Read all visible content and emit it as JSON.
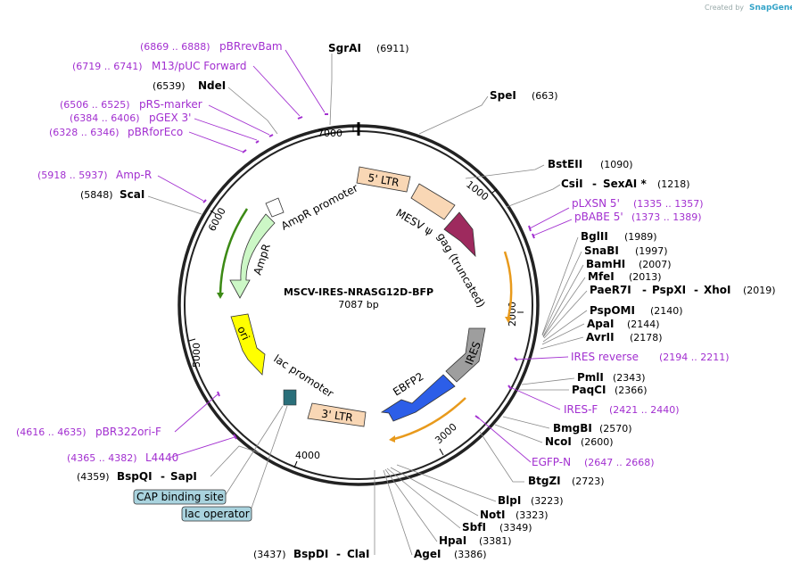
{
  "credit": {
    "text": "Created by",
    "brand": "SnapGene"
  },
  "plasmid": {
    "name": "MSCV-IRES-NRASG12D-BFP",
    "size": "7087 bp"
  },
  "ticks": [
    "7000",
    "1000",
    "2000",
    "3000",
    "4000",
    "5000",
    "6000"
  ],
  "features": {
    "ltr5": "5' LTR",
    "mesv": "MESV ψ",
    "gag": "gag (truncated)",
    "ires": "IRES",
    "ebfp2": "EBFP2",
    "ltr3": "3' LTR",
    "lac_promoter": "lac promoter",
    "ori": "ori",
    "ampr": "AmpR",
    "ampr_promoter": "AmpR promoter"
  },
  "sites": {
    "sgrai": {
      "name": "SgrAI",
      "pos": "(6911)"
    },
    "ndei": {
      "name": "NdeI",
      "pos": "(6539)"
    },
    "scai": {
      "name": "ScaI",
      "pos": "(5848)"
    },
    "spei": {
      "name": "SpeI",
      "pos": "(663)"
    },
    "bsteii": {
      "name": "BstEII",
      "pos": "(1090)"
    },
    "csii": {
      "name": "CsiI",
      "sep": "-",
      "name2": "SexAI *",
      "pos": "(1218)"
    },
    "bglii": {
      "name": "BglII",
      "pos": "(1989)"
    },
    "snabi": {
      "name": "SnaBI",
      "pos": "(1997)"
    },
    "bamhi": {
      "name": "BamHI",
      "pos": "(2007)"
    },
    "mfei": {
      "name": "MfeI",
      "pos": "(2013)"
    },
    "paer7i": {
      "name": "PaeR7I",
      "sep": "-",
      "name2": "PspXI",
      "sep2": "-",
      "name3": "XhoI",
      "pos": "(2019)"
    },
    "pspomi": {
      "name": "PspOMI",
      "pos": "(2140)"
    },
    "apai": {
      "name": "ApaI",
      "pos": "(2144)"
    },
    "avrii": {
      "name": "AvrII",
      "pos": "(2178)"
    },
    "pmli": {
      "name": "PmlI",
      "pos": "(2343)"
    },
    "paqci": {
      "name": "PaqCI",
      "pos": "(2366)"
    },
    "bmgbi": {
      "name": "BmgBI",
      "pos": "(2570)"
    },
    "ncoi": {
      "name": "NcoI",
      "pos": "(2600)"
    },
    "btgzi": {
      "name": "BtgZI",
      "pos": "(2723)"
    },
    "blpi": {
      "name": "BlpI",
      "pos": "(3223)"
    },
    "noti": {
      "name": "NotI",
      "pos": "(3323)"
    },
    "sbfi": {
      "name": "SbfI",
      "pos": "(3349)"
    },
    "hpai": {
      "name": "HpaI",
      "pos": "(3381)"
    },
    "agei": {
      "name": "AgeI",
      "pos": "(3386)"
    },
    "bspdi": {
      "pos": "(3437)",
      "name": "BspDI",
      "sep": "-",
      "name2": "ClaI"
    },
    "bspqi": {
      "pos": "(4359)",
      "name": "BspQI",
      "sep": "-",
      "name2": "SapI"
    }
  },
  "primers": {
    "pbrrevbam": {
      "pos": "(6869 .. 6888)",
      "name": "pBRrevBam"
    },
    "m13puc": {
      "pos": "(6719 .. 6741)",
      "name": "M13/pUC Forward"
    },
    "prs": {
      "pos": "(6506 .. 6525)",
      "name": "pRS-marker"
    },
    "pgex": {
      "pos": "(6384 .. 6406)",
      "name": "pGEX 3'"
    },
    "pbrforeco": {
      "pos": "(6328 .. 6346)",
      "name": "pBRforEco"
    },
    "ampr_p": {
      "pos": "(5918 .. 5937)",
      "name": "Amp-R"
    },
    "plxsn": {
      "name": "pLXSN 5'",
      "pos": "(1335 .. 1357)"
    },
    "pbabe": {
      "name": "pBABE 5'",
      "pos": "(1373 .. 1389)"
    },
    "iresrev": {
      "name": "IRES reverse",
      "pos": "(2194 .. 2211)"
    },
    "iresf": {
      "name": "IRES-F",
      "pos": "(2421 .. 2440)"
    },
    "egfpn": {
      "name": "EGFP-N",
      "pos": "(2647 .. 2668)"
    },
    "pbr322ori": {
      "pos": "(4616 .. 4635)",
      "name": "pBR322ori-F"
    },
    "l4440": {
      "pos": "(4365 .. 4382)",
      "name": "L4440"
    }
  },
  "boxes": {
    "cap": "CAP binding site",
    "lacop": "lac operator"
  },
  "colors": {
    "primer": "#a22fd0",
    "ltr": "#f9d7b5",
    "gag": "#9e2a5e",
    "ires": "#9e9e9e",
    "ebfp2": "#2c5ee8",
    "ori": "#ffff00",
    "ampr": "#ccf7c6",
    "box": "#a9d3de",
    "arrow_orange": "#e89a1c"
  }
}
